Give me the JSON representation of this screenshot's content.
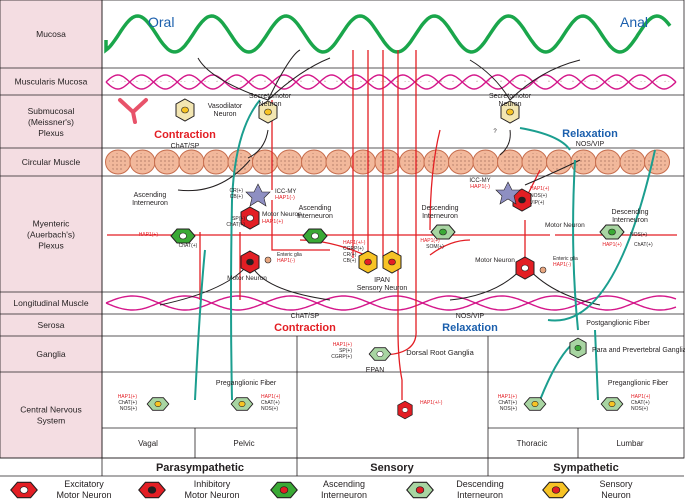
{
  "layers": [
    {
      "label": "Mucosa"
    },
    {
      "label": "Muscularis Mucosa"
    },
    {
      "label": "Submucosal\n(Meissner's)\nPlexus"
    },
    {
      "label": "Circular Muscle"
    },
    {
      "label": "Myenteric\n(Auerbach's)\nPlexus"
    },
    {
      "label": "Longitudinal Muscle"
    },
    {
      "label": "Serosa"
    },
    {
      "label": "Ganglia"
    },
    {
      "label": "Central Nervous\nSystem"
    }
  ],
  "gut": {
    "oral_label": "Oral",
    "anal_label": "Anal"
  },
  "effects": {
    "contraction": "Contraction",
    "relaxation": "Relaxation",
    "chat_sp": "ChAT/SP",
    "nos_vip": "NOS/VIP"
  },
  "neurons": {
    "vasodilator": "Vasodilator\nNeuron",
    "secretomotor_left": "Secretomotor\nNeuron",
    "secretomotor_right": "Secretomotor\nNeuron",
    "ascending_left": "Ascending\nInterneuron",
    "ascending_mid": "Ascending\nInterneuron",
    "motor_top_left": "Motor Neuron",
    "motor_bottom_left": "Motor Neuron",
    "ipan": "IPAN\nSensory Neuron",
    "descending_mid": "Descending\nInterneuron",
    "descending_right": "Descending\nInterneuron",
    "motor_top_right": "Motor Neuron",
    "motor_bottom_right": "Motor Neuron",
    "icc_my": "ICC-MY",
    "enteric_glia": "Enteric glia",
    "dorsal_root": "Dorsal Root Ganglia",
    "epan": "EPAN",
    "para_prevertebral": "Para and Prevertebral Ganglia",
    "postganglionic": "Postganglionic Fiber",
    "preganglionic_left": "Preganglionic Fiber",
    "preganglionic_right": "Preganglionic Fiber"
  },
  "markers": {
    "hap1_pm": "HAP1(+/-)",
    "hap1_p": "HAP1(+)",
    "hap1_m": "HAP1(-)",
    "chat_p": "ChAT(+)",
    "nos_p": "NOS(+)",
    "sp_p": "SP(+)",
    "cr_p": "CR(+)",
    "cb_p": "CB(+)",
    "cgrp_p": "CGRP(+)",
    "som_p": "SOM(+)",
    "vip_p": "VIP(+)",
    "question": "?"
  },
  "bottom": {
    "vagal": "Vagal",
    "pelvic": "Pelvic",
    "thoracic": "Thoracic",
    "lumbar": "Lumbar",
    "parasympathetic": "Parasympathetic",
    "sensory": "Sensory",
    "sympathetic": "Sympathetic"
  },
  "legend": [
    {
      "label": "Excitatory\nMotor Neuron",
      "fill": "#e31e24",
      "core": "#ffffff"
    },
    {
      "label": "Inhibitory\nMotor Neuron",
      "fill": "#e31e24",
      "core": "#231f20"
    },
    {
      "label": "Ascending\nInterneuron",
      "fill": "#3aa935",
      "core": "#e31e24"
    },
    {
      "label": "Descending\nInterneuron",
      "fill": "#a8d5a2",
      "core": "#e31e24"
    },
    {
      "label": "Sensory\nNeuron",
      "fill": "#f7c325",
      "core": "#e31e24"
    }
  ],
  "colors": {
    "mucosa": "#1aa64b",
    "nerve_red": "#e31e24",
    "nerve_teal": "#1b9e8f",
    "muscularis": "#d4178a",
    "circular": "#f2b89b",
    "label_panel": "#f4dde2",
    "oral_text": "#1b5fad"
  }
}
